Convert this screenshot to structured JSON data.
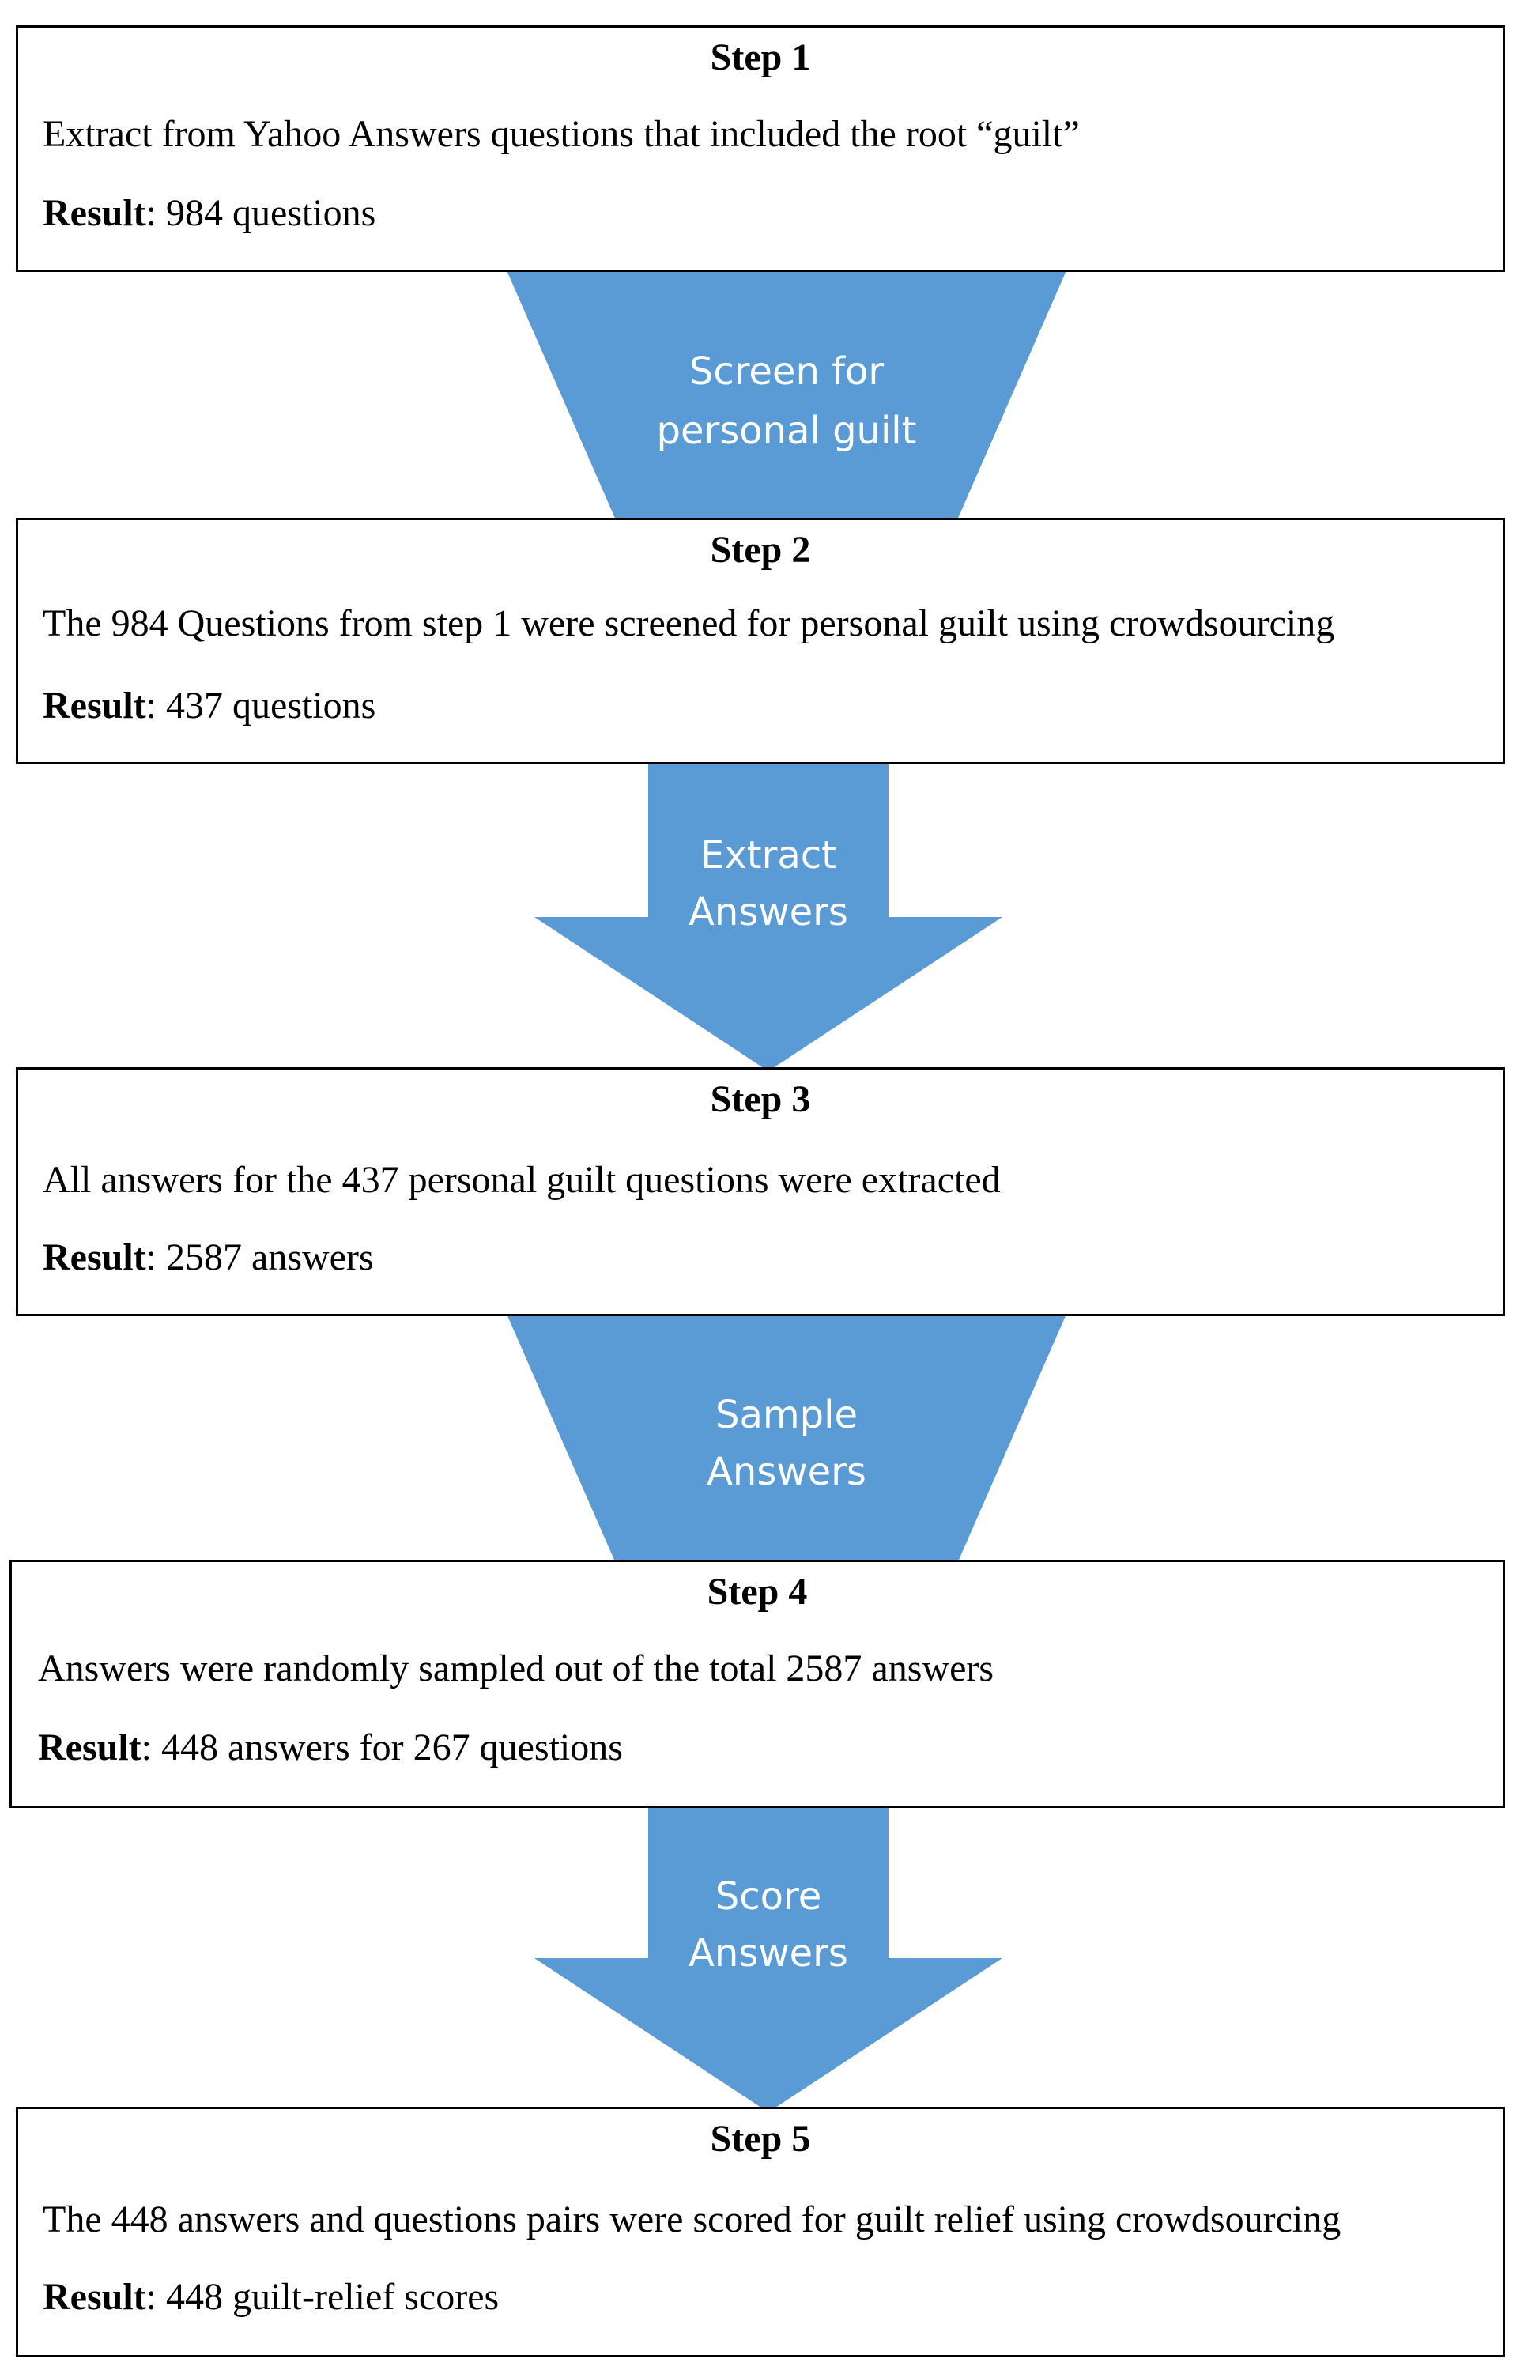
{
  "colors": {
    "arrow_fill": "#5b9bd5",
    "box_border": "#000000",
    "label_text": "#ffffff"
  },
  "steps": [
    {
      "title": "Step 1",
      "description": "Extract from Yahoo Answers questions that included the root “guilt”",
      "result_label": "Result",
      "result_value": ": 984 questions"
    },
    {
      "title": "Step 2",
      "description": "The 984 Questions from step 1 were screened for personal guilt using crowdsourcing",
      "result_label": "Result",
      "result_value": ": 437 questions"
    },
    {
      "title": "Step 3",
      "description": "All answers for the 437 personal guilt questions were extracted",
      "result_label": "Result",
      "result_value": ": 2587 answers"
    },
    {
      "title": "Step 4",
      "description": "Answers were randomly sampled out of the total 2587 answers",
      "result_label": "Result",
      "result_value": ": 448 answers for 267 questions"
    },
    {
      "title": "Step 5",
      "description": "The 448 answers and questions pairs were scored for guilt relief using crowdsourcing",
      "result_label": "Result",
      "result_value": ": 448 guilt-relief scores"
    }
  ],
  "connectors": [
    {
      "shape": "funnel",
      "line1": "Screen for",
      "line2": "personal guilt"
    },
    {
      "shape": "arrow",
      "line1": "Extract",
      "line2": "Answers"
    },
    {
      "shape": "funnel",
      "line1": "Sample",
      "line2": "Answers"
    },
    {
      "shape": "arrow",
      "line1": "Score",
      "line2": "Answers"
    }
  ]
}
